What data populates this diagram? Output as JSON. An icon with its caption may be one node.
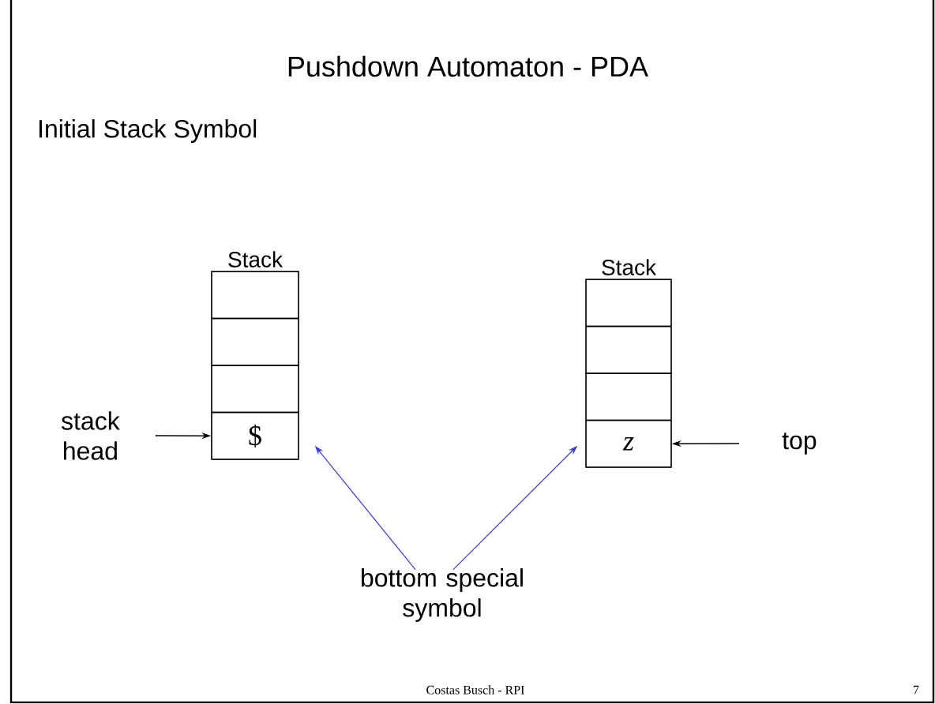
{
  "diagram": {
    "title": "Pushdown Automaton - PDA",
    "nodes": [
      {
        "text": [
          "Stack"
        ]
      },
      {
        "text": [],
        "shape": "box",
        "in": 0
      },
      {
        "text": [],
        "shape": "box",
        "in": 0
      },
      {
        "text": [],
        "shape": "box",
        "in": 0
      },
      {
        "text": [
          "$"
        ],
        "in": 0
      },
      {
        "text": [
          "Stack"
        ]
      },
      {
        "text": [],
        "shape": "box",
        "in": 5
      },
      {
        "text": [],
        "shape": "box",
        "in": 5
      },
      {
        "text": [],
        "shape": "box",
        "in": 5
      },
      {
        "text": [
          "z"
        ],
        "in": 5
      },
      {
        "text": [
          "stack head"
        ]
      },
      {
        "text": [
          "top"
        ]
      },
      {
        "text": [
          "bottom special symbol"
        ]
      }
    ],
    "edges": [
      {
        "from": 10,
        "to": 4,
        "arrow": "to"
      },
      {
        "from": 11,
        "to": 9,
        "arrow": "to"
      },
      {
        "from": 12,
        "to": 4,
        "arrow": "to",
        "color": "#3b3bd9"
      },
      {
        "from": 12,
        "to": 9,
        "arrow": "to",
        "color": "#3b3bd9"
      }
    ],
    "labels": [
      "Initial Stack Symbol",
      "Costas Busch - RPI",
      "7"
    ]
  }
}
